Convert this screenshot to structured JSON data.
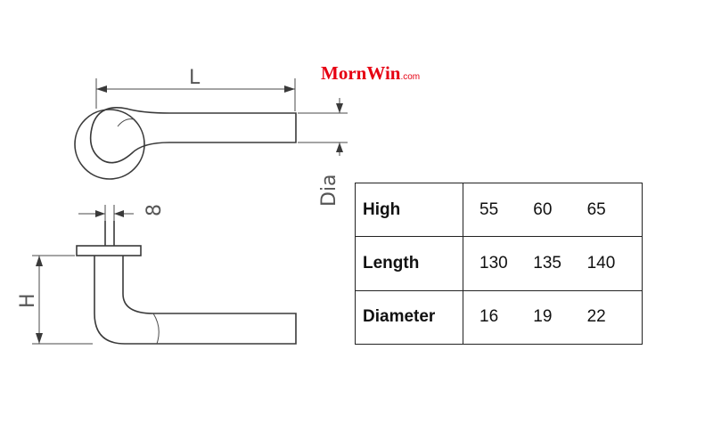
{
  "brand": {
    "name": "MornWin",
    "domain": ".com",
    "color": "#e60012"
  },
  "dimension_labels": {
    "length": "L",
    "diameter": "Dia",
    "thickness": "8",
    "height": "H"
  },
  "spec_table": {
    "rows": [
      {
        "label": "High",
        "values": [
          "55",
          "60",
          "65"
        ]
      },
      {
        "label": "Length",
        "values": [
          "130",
          "135",
          "140"
        ]
      },
      {
        "label": "Diameter",
        "values": [
          "16",
          "19",
          "22"
        ]
      }
    ]
  }
}
